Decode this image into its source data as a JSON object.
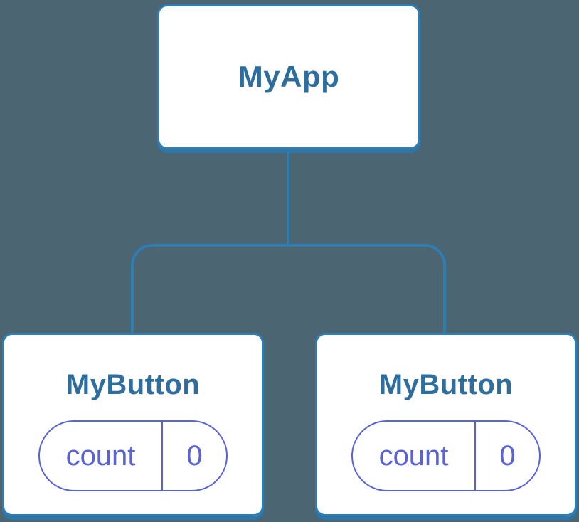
{
  "diagram": {
    "type": "component-tree",
    "root": {
      "label": "MyApp"
    },
    "children": [
      {
        "label": "MyButton",
        "state": {
          "key": "count",
          "value": "0"
        }
      },
      {
        "label": "MyButton",
        "state": {
          "key": "count",
          "value": "0"
        }
      }
    ]
  },
  "colors": {
    "background": "#4B6572",
    "connector_blue": "#2E7EB4",
    "node_border_blue": "#2E7EB4",
    "node_shadow_blue": "#2C76A9",
    "heading_blue": "#2D6E9E",
    "state_purple": "#5A63D6",
    "node_fill": "#FFFFFF"
  }
}
